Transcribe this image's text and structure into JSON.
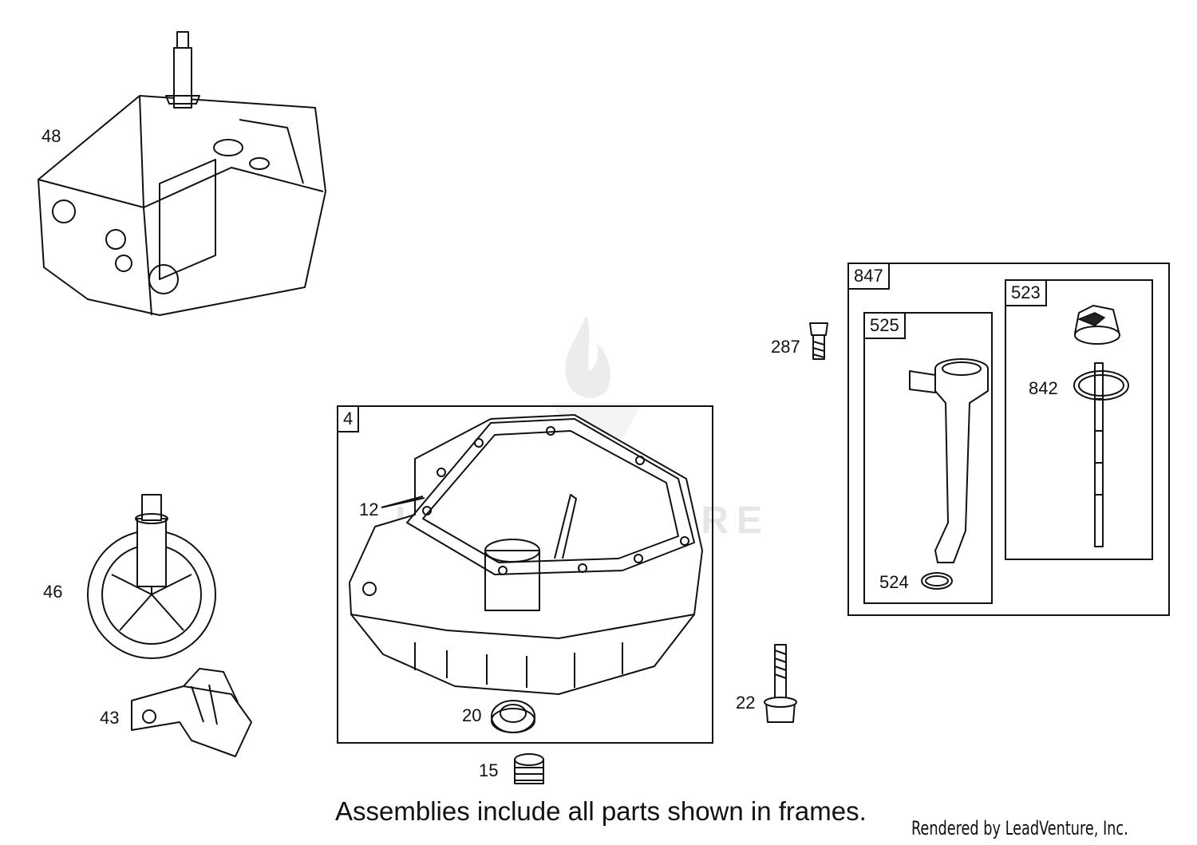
{
  "watermark": "LEADVENTURE",
  "callouts": {
    "c48": "48",
    "c46": "46",
    "c43": "43",
    "c4": "4",
    "c12": "12",
    "c20": "20",
    "c15": "15",
    "c22": "22",
    "c287": "287",
    "c847": "847",
    "c525": "525",
    "c524": "524",
    "c523": "523",
    "c842": "842"
  },
  "footer": {
    "note": "Assemblies include all parts shown in frames.",
    "credit": "Rendered by LeadVenture, Inc."
  }
}
